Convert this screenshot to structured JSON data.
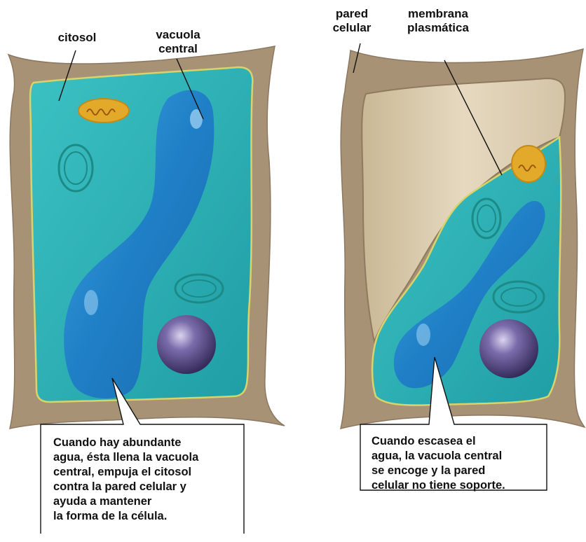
{
  "left_cell": {
    "label_cytosol": "citosol",
    "label_vacuole": [
      "vacuola",
      "central"
    ],
    "caption": [
      "Cuando hay abundante",
      "agua, ésta llena la vacuola",
      "central, empuja el citosol",
      "contra la pared celular y",
      "ayuda a mantener",
      "la forma de la célula."
    ]
  },
  "right_cell": {
    "label_wall": [
      "pared",
      "celular"
    ],
    "label_membrane": [
      "membrana",
      "plasmática"
    ],
    "caption": [
      "Cuando escasea el",
      "agua, la vacuola central",
      "se encoge y la pared",
      "celular no tiene soporte."
    ]
  },
  "colors": {
    "cell_wall": "#a89276",
    "cytosol": "#29b3ad",
    "vacuole": "#1f86c9",
    "membrane": "#d8d36a",
    "nucleus": "#5a4c8a",
    "mitochondrion": "#e3a92a",
    "empty_space": "#d9cbb0"
  }
}
